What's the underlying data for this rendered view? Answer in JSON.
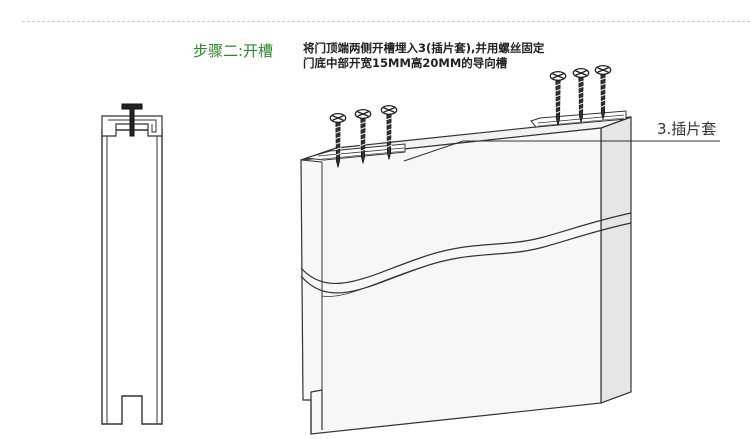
{
  "step": {
    "title": "步骤二:开槽",
    "desc_line1": "将门顶端两侧开槽埋入3(插片套),并用螺丝固定",
    "desc_line2": "门底中部开宽15MM高20MM的导向槽"
  },
  "callout": {
    "label": "3.插片套"
  },
  "colors": {
    "step_title": "#2c8a2c",
    "line": "#333333",
    "panel_face": "#f4f4f4",
    "panel_side": "#e6e6e6",
    "rule": "#c8c8c8"
  }
}
